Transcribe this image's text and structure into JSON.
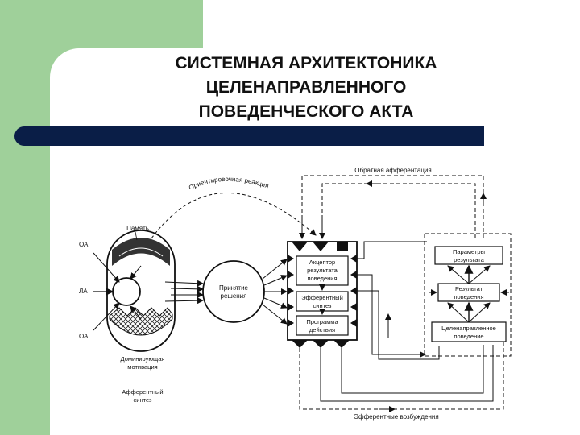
{
  "title": {
    "line1": "СИСТЕМНАЯ АРХИТЕКТОНИКА",
    "line2": "ЦЕЛЕНАПРАВЛЕННОГО",
    "line3": "ПОВЕДЕНЧЕСКОГО АКТА"
  },
  "diagram": {
    "memory": "Память",
    "oa_top": "ОА",
    "la": "ЛА",
    "oa_bottom": "ОА",
    "orienting_reaction": "Ориентировочная реакция",
    "dominant_motivation_1": "Доминирующая",
    "dominant_motivation_2": "мотивация",
    "afferent_synthesis_1": "Афферентный",
    "afferent_synthesis_2": "синтез",
    "decision_1": "Принятие",
    "decision_2": "решения",
    "acceptor_1": "Акцептор",
    "acceptor_2": "результата",
    "acceptor_3": "поведения",
    "efferent_synthesis_1": "Эфферентный",
    "efferent_synthesis_2": "синтез",
    "action_program_1": "Программа",
    "action_program_2": "действия",
    "result_params_1": "Параметры",
    "result_params_2": "результата",
    "behavior_result_1": "Результат",
    "behavior_result_2": "поведения",
    "purposeful_behavior_1": "Целенаправленное",
    "purposeful_behavior_2": "поведение",
    "back_afferentation": "Обратная афферентация",
    "efferent_excitations": "Эфферентные возбуждения"
  },
  "colors": {
    "green": "#9fd09a",
    "navy": "#0a1e47"
  }
}
